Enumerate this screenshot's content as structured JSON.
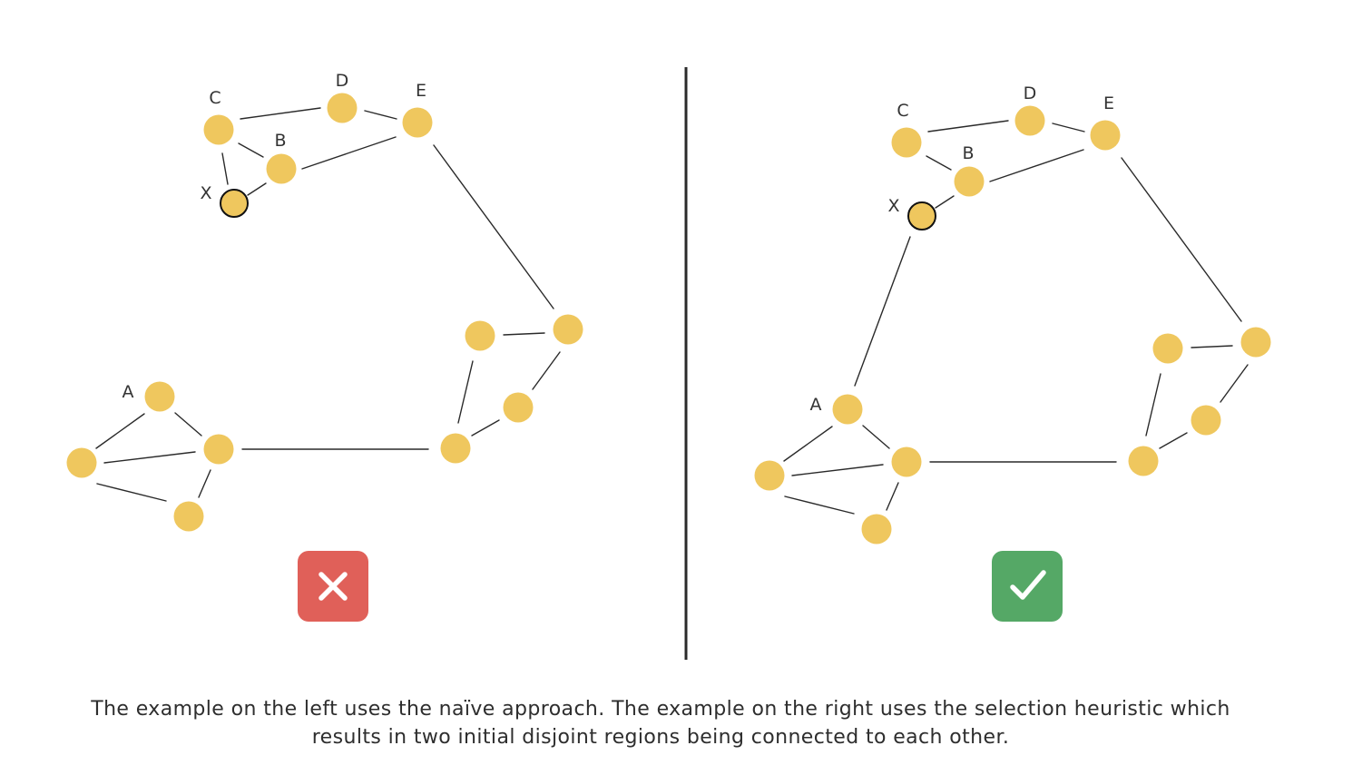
{
  "diagram": {
    "left_panel": {
      "labels": {
        "a": "A",
        "b": "B",
        "c": "C",
        "d": "D",
        "e": "E",
        "x": "X"
      },
      "verdict": "incorrect",
      "badge_color": "#e06059",
      "badge_icon": "cross-icon"
    },
    "right_panel": {
      "labels": {
        "a": "A",
        "b": "B",
        "c": "C",
        "d": "D",
        "e": "E",
        "x": "X"
      },
      "verdict": "correct",
      "badge_color": "#55a866",
      "badge_icon": "check-icon"
    },
    "colors": {
      "node_fill": "#efc75e",
      "edge": "#2a2a2a",
      "divider": "#2b2b2b"
    }
  },
  "caption": {
    "line1": "The example on the left uses the naïve approach. The example on the right uses the selection heuristic which",
    "line2": "results in two initial disjoint regions being connected to each other."
  }
}
